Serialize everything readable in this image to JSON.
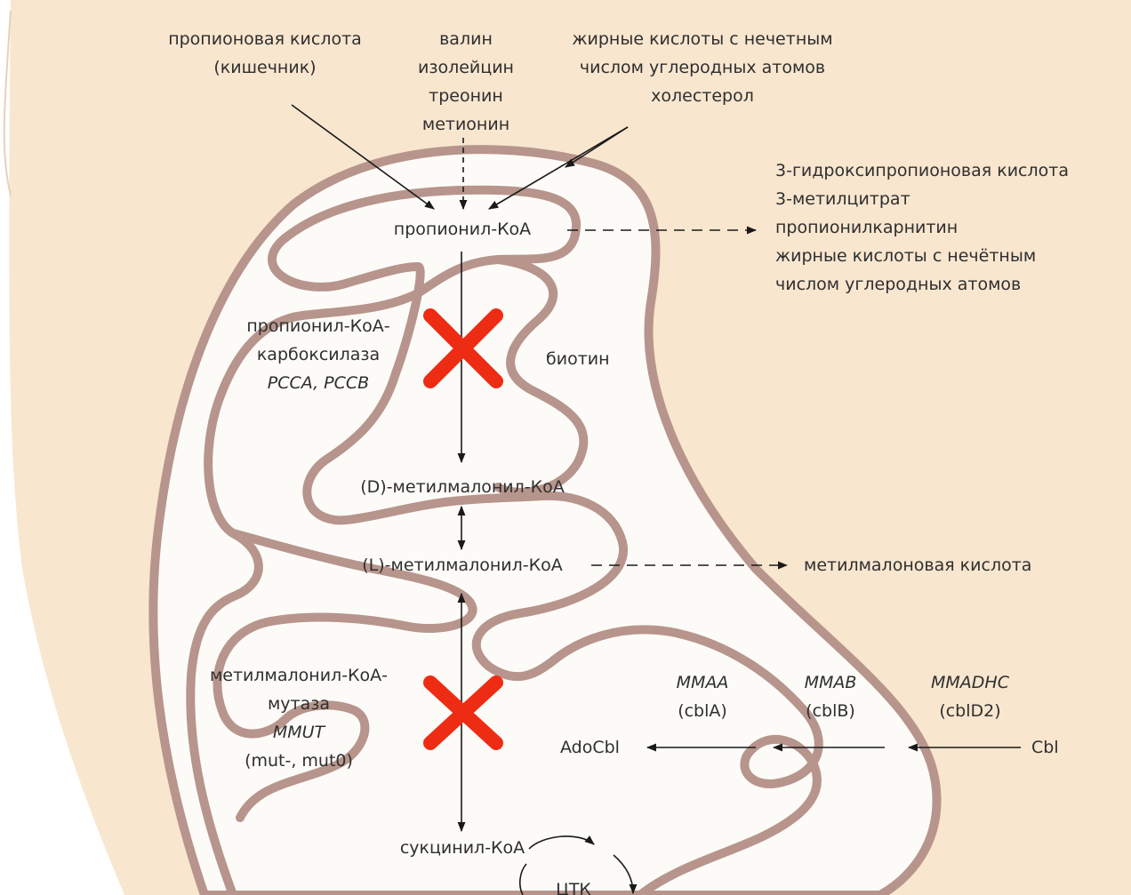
{
  "inputs": {
    "propionic": [
      "пропионовая кислота",
      "(кишечник)"
    ],
    "amino_acids": [
      "валин",
      "изолейцин",
      "треонин",
      "метионин"
    ],
    "odd_fatty": [
      "жирные кислоты с нечетным",
      "числом углеродных атомов",
      "холестерол"
    ]
  },
  "propionyl_coa": "пропионил-КоА",
  "side_products_1": [
    "3-гидроксипропионовая кислота",
    "3-метилцитрат",
    "пропионилкарнитин",
    "жирные кислоты с нечётным",
    "числом углеродных атомов"
  ],
  "enzyme_1": {
    "name_lines": [
      "пропионил-КоА-",
      "карбоксилаза"
    ],
    "genes": "PCCA, PCCB"
  },
  "cofactor_1": "биотин",
  "d_methylmalonyl": "(D)-метилмалонил-КоА",
  "l_methylmalonyl": "(L)-метилмалонил-КоА",
  "side_product_2": "метилмалоновая кислота",
  "enzyme_2": {
    "name_lines": [
      "метилмалонил-КоА-",
      "мутаза"
    ],
    "gene": "MMUT",
    "variants": "(mut-, mut0)"
  },
  "cobalamin_genes": [
    {
      "gene": "MMAA",
      "group": "(cblA)"
    },
    {
      "gene": "MMAB",
      "group": "(cblB)"
    },
    {
      "gene": "MMADHC",
      "group": "(cblD2)"
    }
  ],
  "adocbl": "AdoCbl",
  "cbl": "Cbl",
  "succinyl_coa": "сукцинил-КоА",
  "tca": "ЦТК",
  "colors": {
    "cytoplasm": "#f8e6cf",
    "membrane": "#b7958c",
    "matrix": "#fdfbf8",
    "block": "#ee2c14",
    "arrow": "#1a1a1a"
  }
}
